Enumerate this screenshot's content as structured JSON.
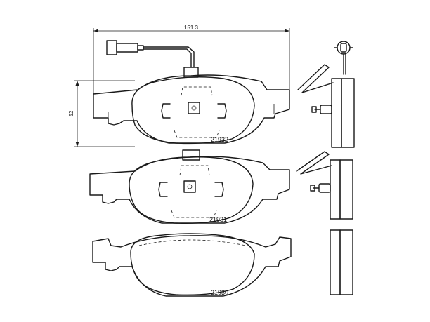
{
  "dimensions": {
    "width_label": "151.3",
    "height_label": "52"
  },
  "pads": [
    {
      "part_number": "21932"
    },
    {
      "part_number": "21931"
    },
    {
      "part_number": "21930"
    }
  ]
}
